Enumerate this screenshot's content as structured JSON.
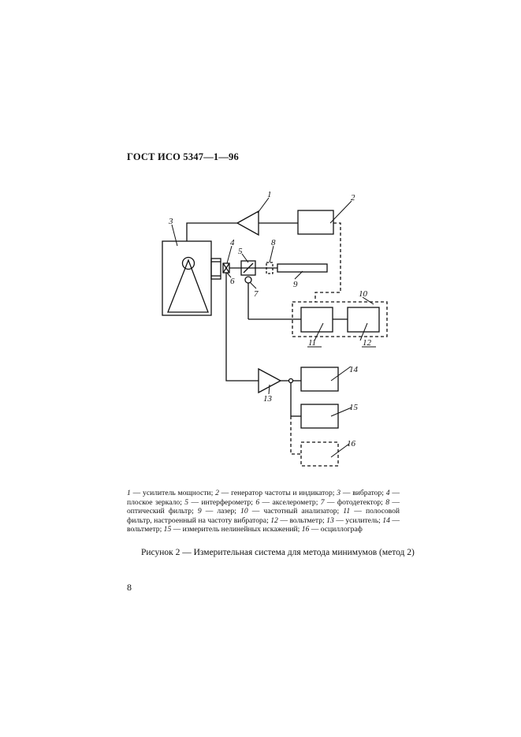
{
  "header": {
    "standard": "ГОСТ ИСО 5347—1—96"
  },
  "diagram": {
    "labels": {
      "l1": "1",
      "l2": "2",
      "l3": "3",
      "l4": "4",
      "l5": "5",
      "l6": "6",
      "l7": "7",
      "l8": "8",
      "l9": "9",
      "l10": "10",
      "l11": "11",
      "l12": "12",
      "l13": "13",
      "l14": "14",
      "l15": "15",
      "l16": "16"
    }
  },
  "legend": {
    "items": [
      {
        "num": "1",
        "text": "усилитель мощности"
      },
      {
        "num": "2",
        "text": "генератор частоты и индикатор"
      },
      {
        "num": "3",
        "text": "вибратор"
      },
      {
        "num": "4",
        "text": "плоское зеркало"
      },
      {
        "num": "5",
        "text": "интерферометр"
      },
      {
        "num": "6",
        "text": "акселерометр"
      },
      {
        "num": "7",
        "text": "фотодетектор"
      },
      {
        "num": "8",
        "text": "оптический фильтр"
      },
      {
        "num": "9",
        "text": "лазер"
      },
      {
        "num": "10",
        "text": "частотный анализатор"
      },
      {
        "num": "11",
        "text": "полосовой фильтр, настроенный на частоту вибратора"
      },
      {
        "num": "12",
        "text": "вольтметр"
      },
      {
        "num": "13",
        "text": "усилитель"
      },
      {
        "num": "14",
        "text": "вольтметр"
      },
      {
        "num": "15",
        "text": "измеритель нелинейных искажений"
      },
      {
        "num": "16",
        "text": "осциллограф"
      }
    ]
  },
  "caption": "Рисунок 2 — Измерительная система для метода минимумов (метод 2)",
  "page_number": "8"
}
